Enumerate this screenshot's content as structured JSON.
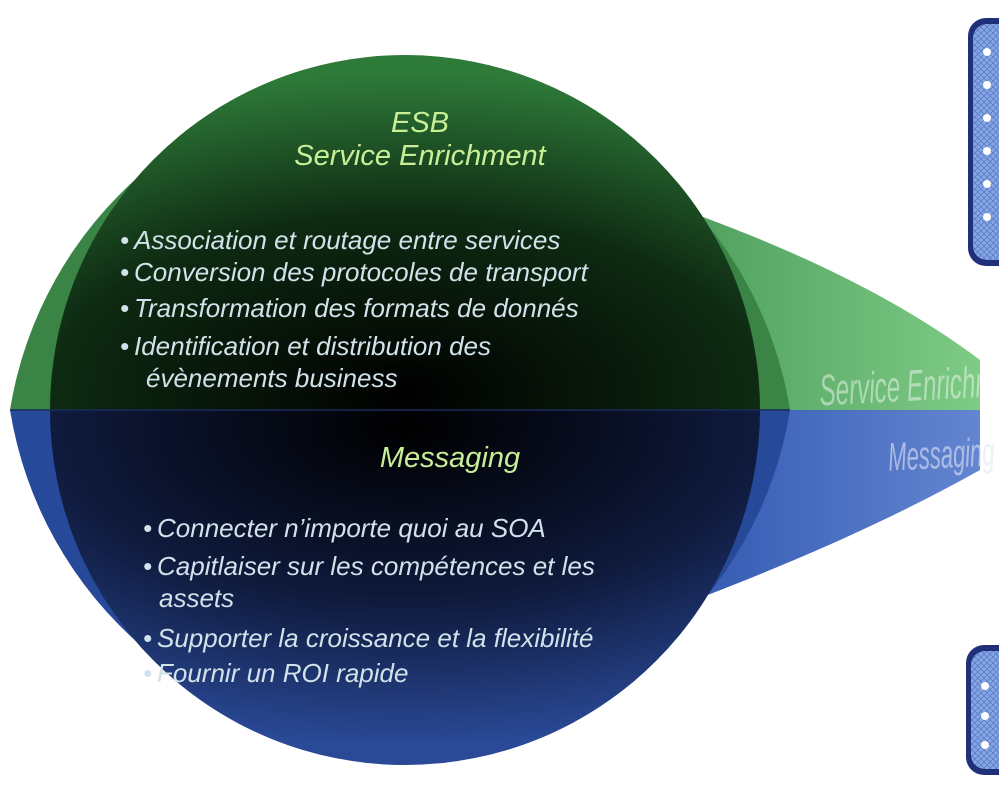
{
  "esb": {
    "title_line1": "ESB",
    "title_line2": "Service Enrichment",
    "items": [
      {
        "line1": "Association et routage entre services"
      },
      {
        "line1": "Conversion des protocoles de transport"
      },
      {
        "line1": "Transformation des formats de donnés"
      },
      {
        "line1": "Identification et distribution des",
        "line2": "évènements business"
      }
    ]
  },
  "messaging": {
    "title": "Messaging",
    "items": [
      {
        "line1": "Connecter n’importe quoi au SOA"
      },
      {
        "line1": "Capitlaiser sur les compétences et les",
        "line2": "assets"
      },
      {
        "line1": "Supporter la croissance et la flexibilité"
      },
      {
        "line1": "Fournir un ROI rapide"
      }
    ]
  },
  "cone_labels": {
    "top": "Service Enrichment",
    "bottom": "Messaging"
  },
  "colors": {
    "green": "#3f8a4a",
    "blue": "#2c4f99",
    "title_text": "#c8ee96",
    "body_text": "#d2e2ea",
    "panel_blue": "#6d8fd2"
  }
}
